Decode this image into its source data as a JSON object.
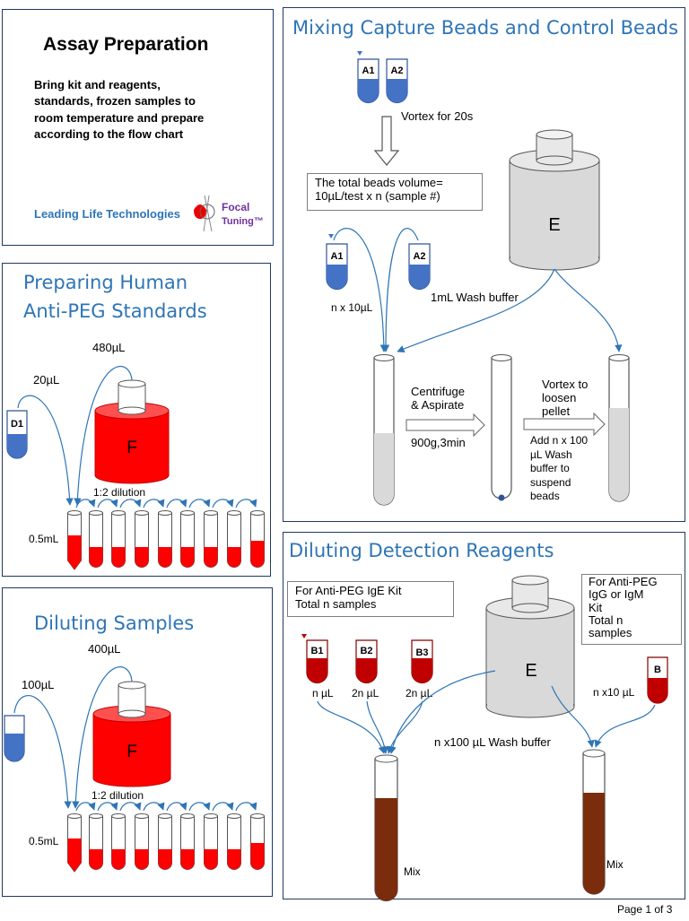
{
  "assay": {
    "title": "Assay Preparation",
    "body": "Bring kit and reagents,\nstandards, frozen samples to\nroom temperature and prepare\naccording to the flow chart",
    "company": "Leading Life Technologies",
    "logo_line1": "Focal",
    "logo_line2": "Tuning™"
  },
  "standards": {
    "title": "Preparing Human\nAnti-PEG Standards",
    "vol_480": "480µL",
    "vol_20": "20µL",
    "tube_d1": "D1",
    "bottle_f": "F",
    "dilution": "1:2 dilution",
    "vol_05": "0.5mL"
  },
  "samples": {
    "title": "Diluting Samples",
    "vol_400": "400µL",
    "vol_100": "100µL",
    "bottle_f": "F",
    "dilution": "1:2 dilution",
    "vol_05": "0.5mL"
  },
  "mixing": {
    "title": "Mixing Capture Beads and Control Beads",
    "tube_a1": "A1",
    "tube_a2": "A2",
    "vortex": "Vortex for 20s",
    "total_box": "The total beads volume=\n10µL/test x n (sample #)",
    "bottle_e": "E",
    "n_x_10": "n x 10µL",
    "wash_1ml": "1mL Wash buffer",
    "centrifuge": "Centrifuge\n& Aspirate",
    "g900": "900g,3min",
    "vortex_loosen": "Vortex to\nloosen\npellet",
    "add_wash": "Add n x 100\nµL Wash\nbuffer to\nsuspend\nbeads"
  },
  "detection": {
    "title": "Diluting Detection Reagents",
    "ige_box": "For Anti-PEG IgE Kit\nTotal n samples",
    "igg_box": "For Anti-PEG\nIgG or IgM\nKit\nTotal n\nsamples",
    "tube_b1": "B1",
    "tube_b2": "B2",
    "tube_b3": "B3",
    "tube_b": "B",
    "bottle_e": "E",
    "n_ul": "n µL",
    "two_n_ul_1": "2n µL",
    "two_n_ul_2": "2n µL",
    "n_x10": "n x10 µL",
    "wash_100": "n x100 µL Wash buffer",
    "mix_1": "Mix",
    "mix_2": "Mix"
  },
  "footer": {
    "page": "Page 1 of 3"
  },
  "colors": {
    "title_blue": "#2e75b6",
    "tube_blue": "#4472c4",
    "reagent_red": "#ff1a1a",
    "dark_red": "#c00000",
    "brown": "#7b2c0c",
    "arrow_blue": "#2e75b6"
  }
}
